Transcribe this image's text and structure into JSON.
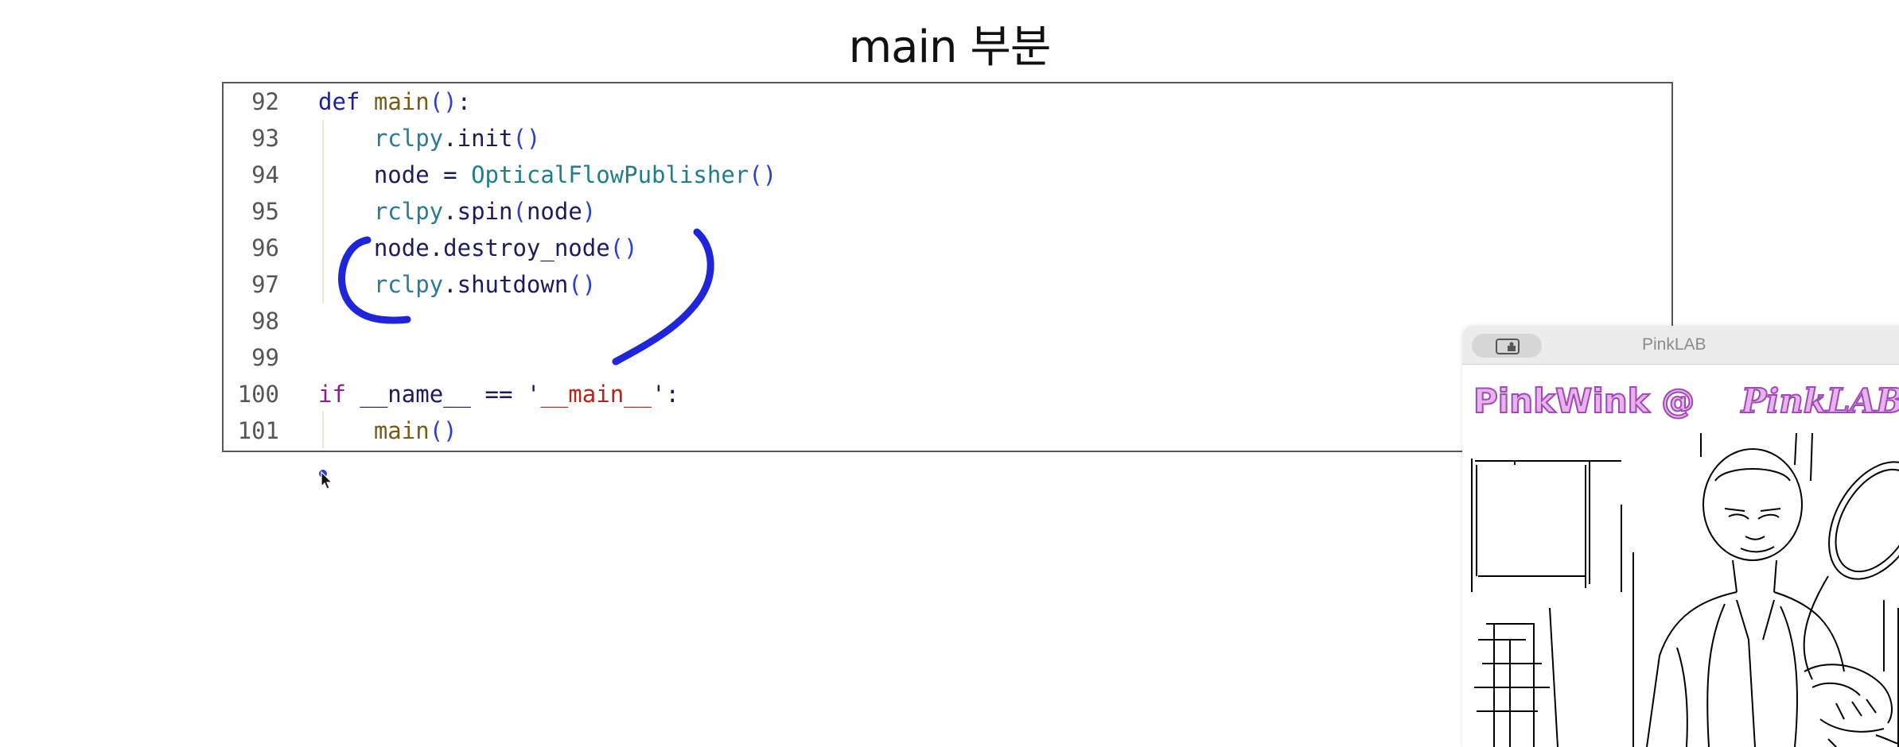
{
  "slide": {
    "title": "main 부분"
  },
  "code": {
    "lines": [
      {
        "num": "92",
        "parts": [
          {
            "t": "def",
            "c": "kw"
          },
          {
            "t": " ",
            "c": "var"
          },
          {
            "t": "main",
            "c": "fn"
          },
          {
            "t": "()",
            "c": "par"
          },
          {
            "t": ":",
            "c": "var"
          }
        ]
      },
      {
        "num": "93",
        "parts": [
          {
            "t": "    ",
            "c": "var"
          },
          {
            "t": "rclpy",
            "c": "mod"
          },
          {
            "t": ".init",
            "c": "var"
          },
          {
            "t": "()",
            "c": "par"
          }
        ]
      },
      {
        "num": "94",
        "parts": [
          {
            "t": "    ",
            "c": "var"
          },
          {
            "t": "node",
            "c": "var"
          },
          {
            "t": " = ",
            "c": "var"
          },
          {
            "t": "OpticalFlowPublisher",
            "c": "cls"
          },
          {
            "t": "()",
            "c": "par"
          }
        ]
      },
      {
        "num": "95",
        "parts": [
          {
            "t": "    ",
            "c": "var"
          },
          {
            "t": "rclpy",
            "c": "mod"
          },
          {
            "t": ".spin",
            "c": "var"
          },
          {
            "t": "(",
            "c": "par"
          },
          {
            "t": "node",
            "c": "var"
          },
          {
            "t": ")",
            "c": "par"
          }
        ]
      },
      {
        "num": "96",
        "parts": [
          {
            "t": "    ",
            "c": "var"
          },
          {
            "t": "node",
            "c": "var"
          },
          {
            "t": ".destroy_node",
            "c": "var"
          },
          {
            "t": "()",
            "c": "par"
          }
        ]
      },
      {
        "num": "97",
        "parts": [
          {
            "t": "    ",
            "c": "var"
          },
          {
            "t": "rclpy",
            "c": "mod"
          },
          {
            "t": ".shutdown",
            "c": "var"
          },
          {
            "t": "()",
            "c": "par"
          }
        ]
      },
      {
        "num": "98",
        "parts": []
      },
      {
        "num": "99",
        "parts": []
      },
      {
        "num": "100",
        "parts": [
          {
            "t": "if",
            "c": "kw2"
          },
          {
            "t": " ",
            "c": "var"
          },
          {
            "t": "__name__",
            "c": "dunder"
          },
          {
            "t": " == ",
            "c": "var"
          },
          {
            "t": "'",
            "c": "var"
          },
          {
            "t": "__main__",
            "c": "str"
          },
          {
            "t": "'",
            "c": "var"
          },
          {
            "t": ":",
            "c": "var"
          }
        ]
      },
      {
        "num": "101",
        "parts": [
          {
            "t": "    ",
            "c": "var"
          },
          {
            "t": "main",
            "c": "fn"
          },
          {
            "t": "()",
            "c": "par"
          }
        ]
      }
    ]
  },
  "annotation": {
    "pen_color": "#1f26d9"
  },
  "video_window": {
    "title": "PinkLAB",
    "banner_left": "PinkWink @",
    "banner_right": "PinkLAB",
    "banner_fill": "#e7b3ea",
    "banner_stroke": "#a048b8"
  }
}
